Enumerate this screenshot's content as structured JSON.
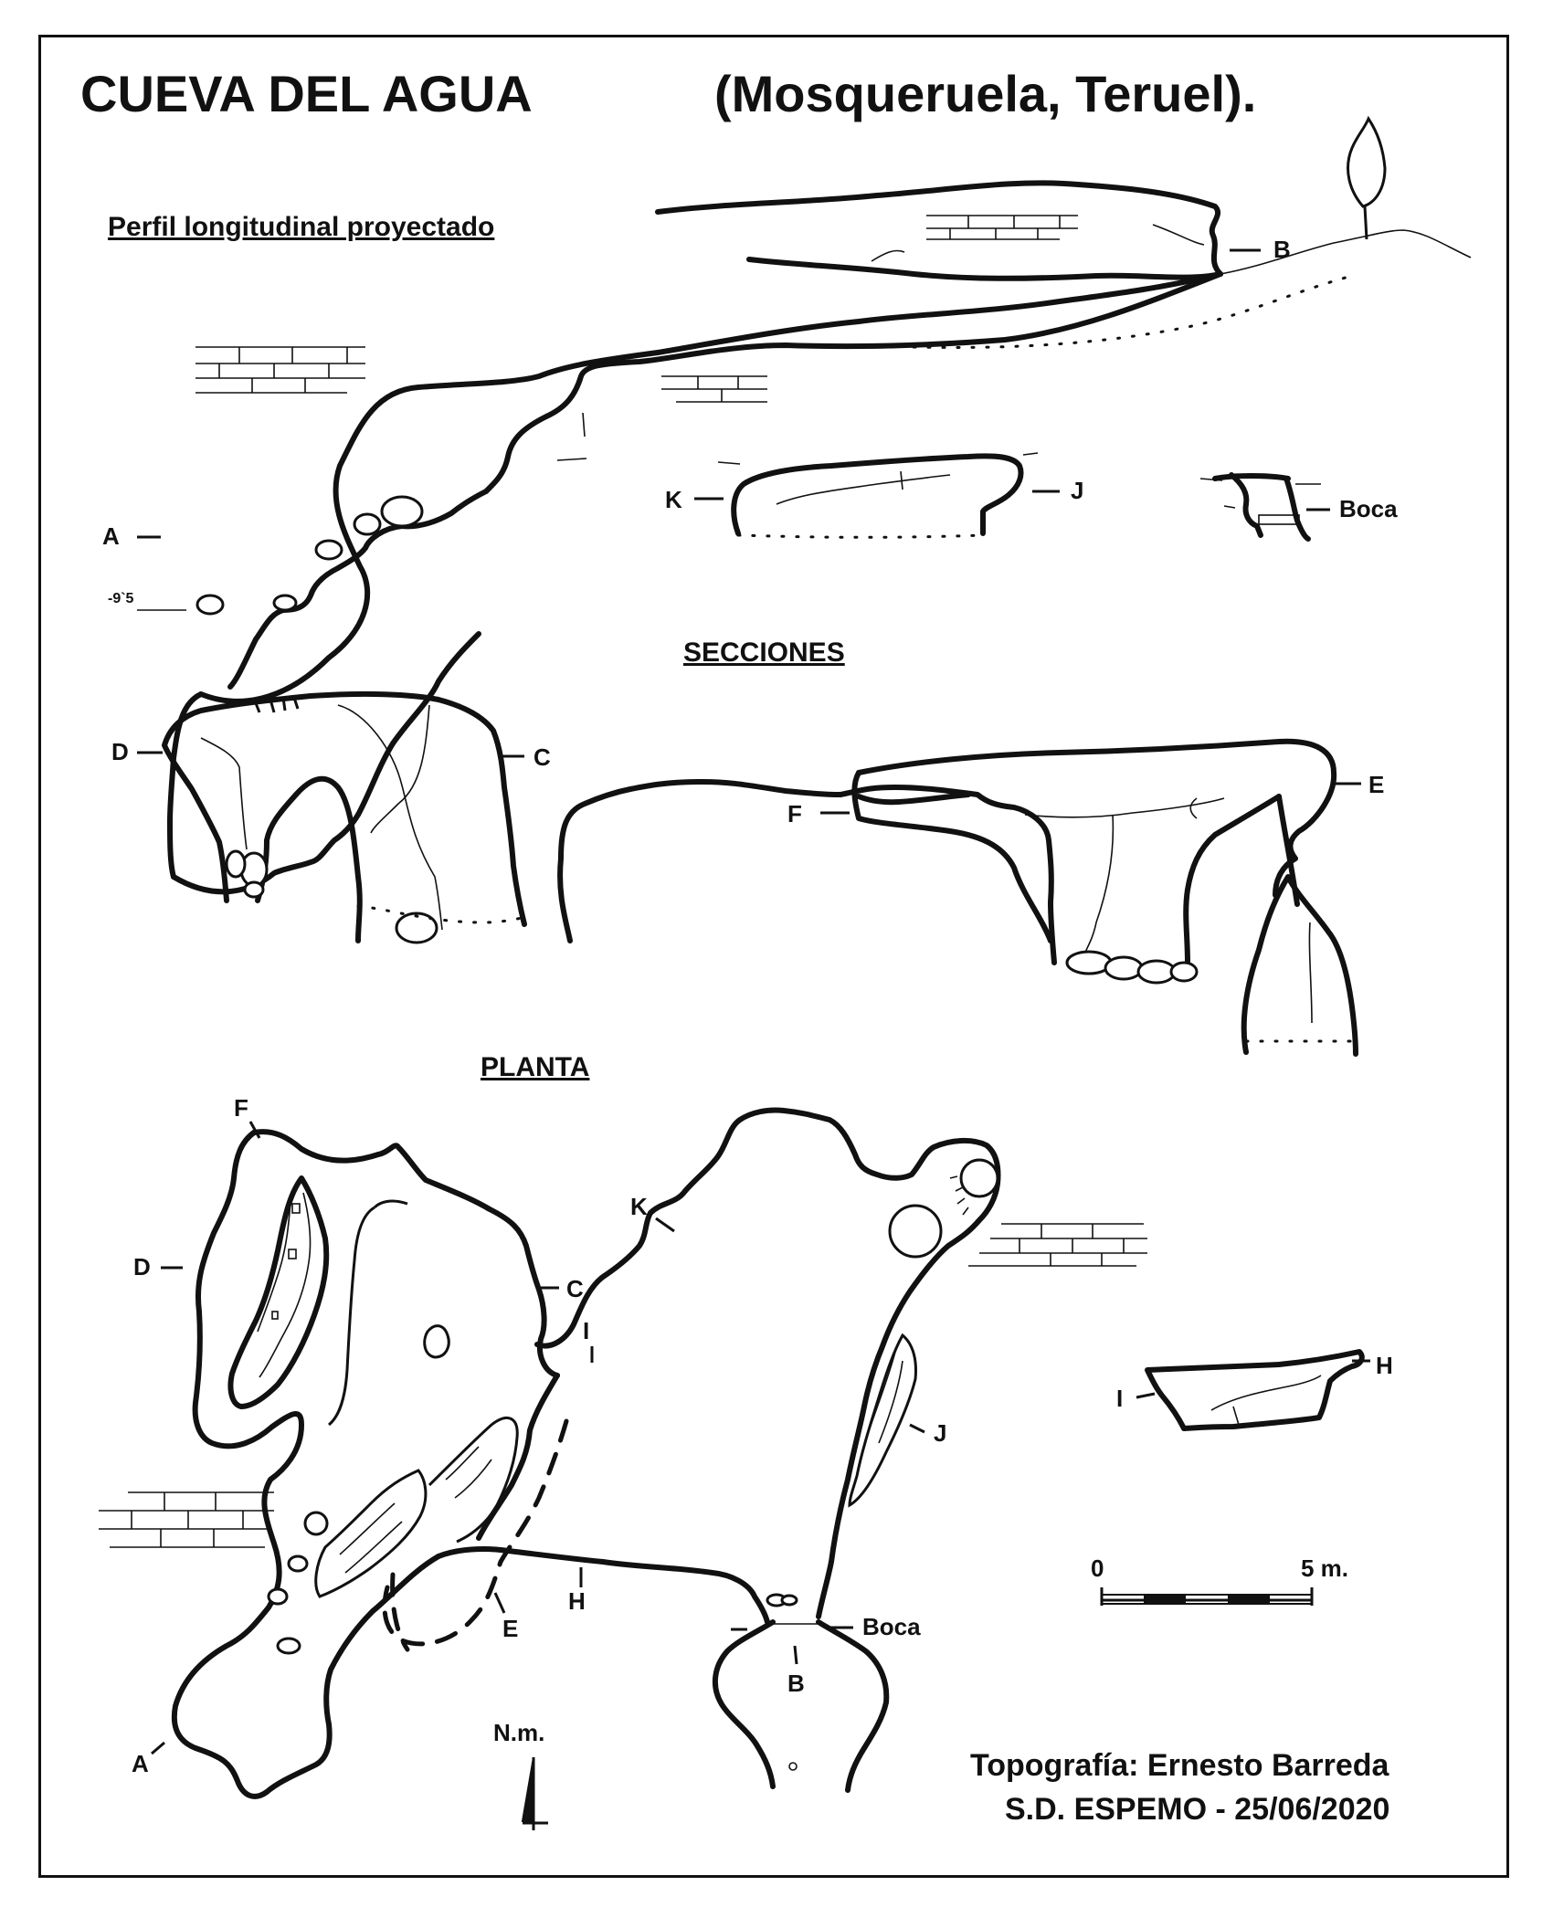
{
  "title": {
    "name": "CUEVA  DEL  AGUA",
    "location": "(Mosqueruela,  Teruel)."
  },
  "sections": {
    "profile_heading": "Perfil longitudinal proyectado",
    "sections_heading": "SECCIONES",
    "plan_heading": "PLANTA"
  },
  "profile_labels": {
    "a": "A",
    "b": "B",
    "k": "K",
    "j": "J",
    "boca": "Boca",
    "depth": "-9`5"
  },
  "section_labels": {
    "d": "D",
    "c": "C",
    "f": "F",
    "e": "E"
  },
  "plan_labels": {
    "f": "F",
    "d": "D",
    "k": "K",
    "c": "C",
    "i": "I",
    "j": "J",
    "h": "H",
    "e": "E",
    "boca": "Boca",
    "b": "B",
    "a": "A",
    "section_i": "I",
    "section_h": "H"
  },
  "scale": {
    "zero": "0",
    "end": "5 m."
  },
  "north": {
    "label": "N.m."
  },
  "credits": {
    "line1": "Topografía:  Ernesto Barreda",
    "line2": "S.D. ESPEMO  -  25/06/2020"
  },
  "colors": {
    "ink": "#111111",
    "paper": "#ffffff"
  }
}
